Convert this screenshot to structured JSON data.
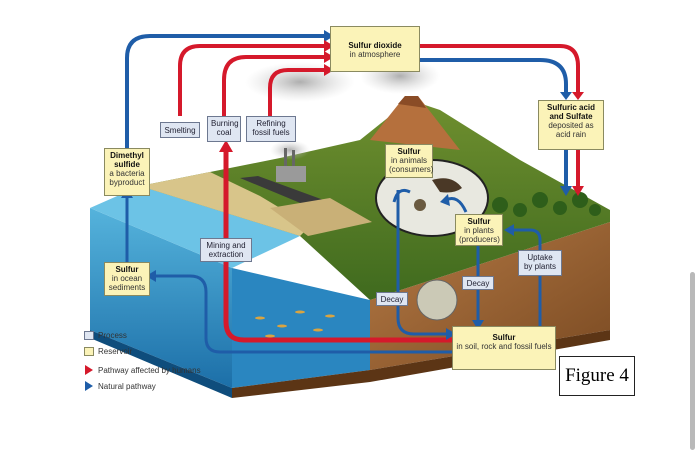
{
  "boxes": {
    "so2": {
      "title": "Sulfur dioxide",
      "sub": "in atmosphere"
    },
    "acid": {
      "title": "Sulfuric acid and Sulfate",
      "sub": "deposited as acid rain"
    },
    "dms": {
      "title": "Dimethyl sulfide",
      "sub": "a bacteria byproduct"
    },
    "animals": {
      "title": "Sulfur",
      "sub": "in animals (consumers)"
    },
    "plants": {
      "title": "Sulfur",
      "sub": "in plants (producers)"
    },
    "ocean": {
      "title": "Sulfur",
      "sub": "in ocean sediments"
    },
    "soil": {
      "title": "Sulfur",
      "sub": "in soil, rock and fossil fuels"
    }
  },
  "processes": {
    "smelting": "Smelting",
    "burning": "Burning coal",
    "refining": "Refining fossil fuels",
    "mining": "Mining and extraction",
    "decay1": "Decay",
    "decay2": "Decay",
    "uptake": "Uptake by plants"
  },
  "legend": {
    "process": "Process",
    "reservoir": "Reservoir",
    "human": "Pathway affected by humans",
    "natural": "Natural pathway"
  },
  "figure_label": "Figure 4",
  "colors": {
    "human_pathway": "#d5192b",
    "natural_pathway": "#1f5da8",
    "reservoir": "#fbf3b8",
    "process": "#dfe6f2"
  }
}
